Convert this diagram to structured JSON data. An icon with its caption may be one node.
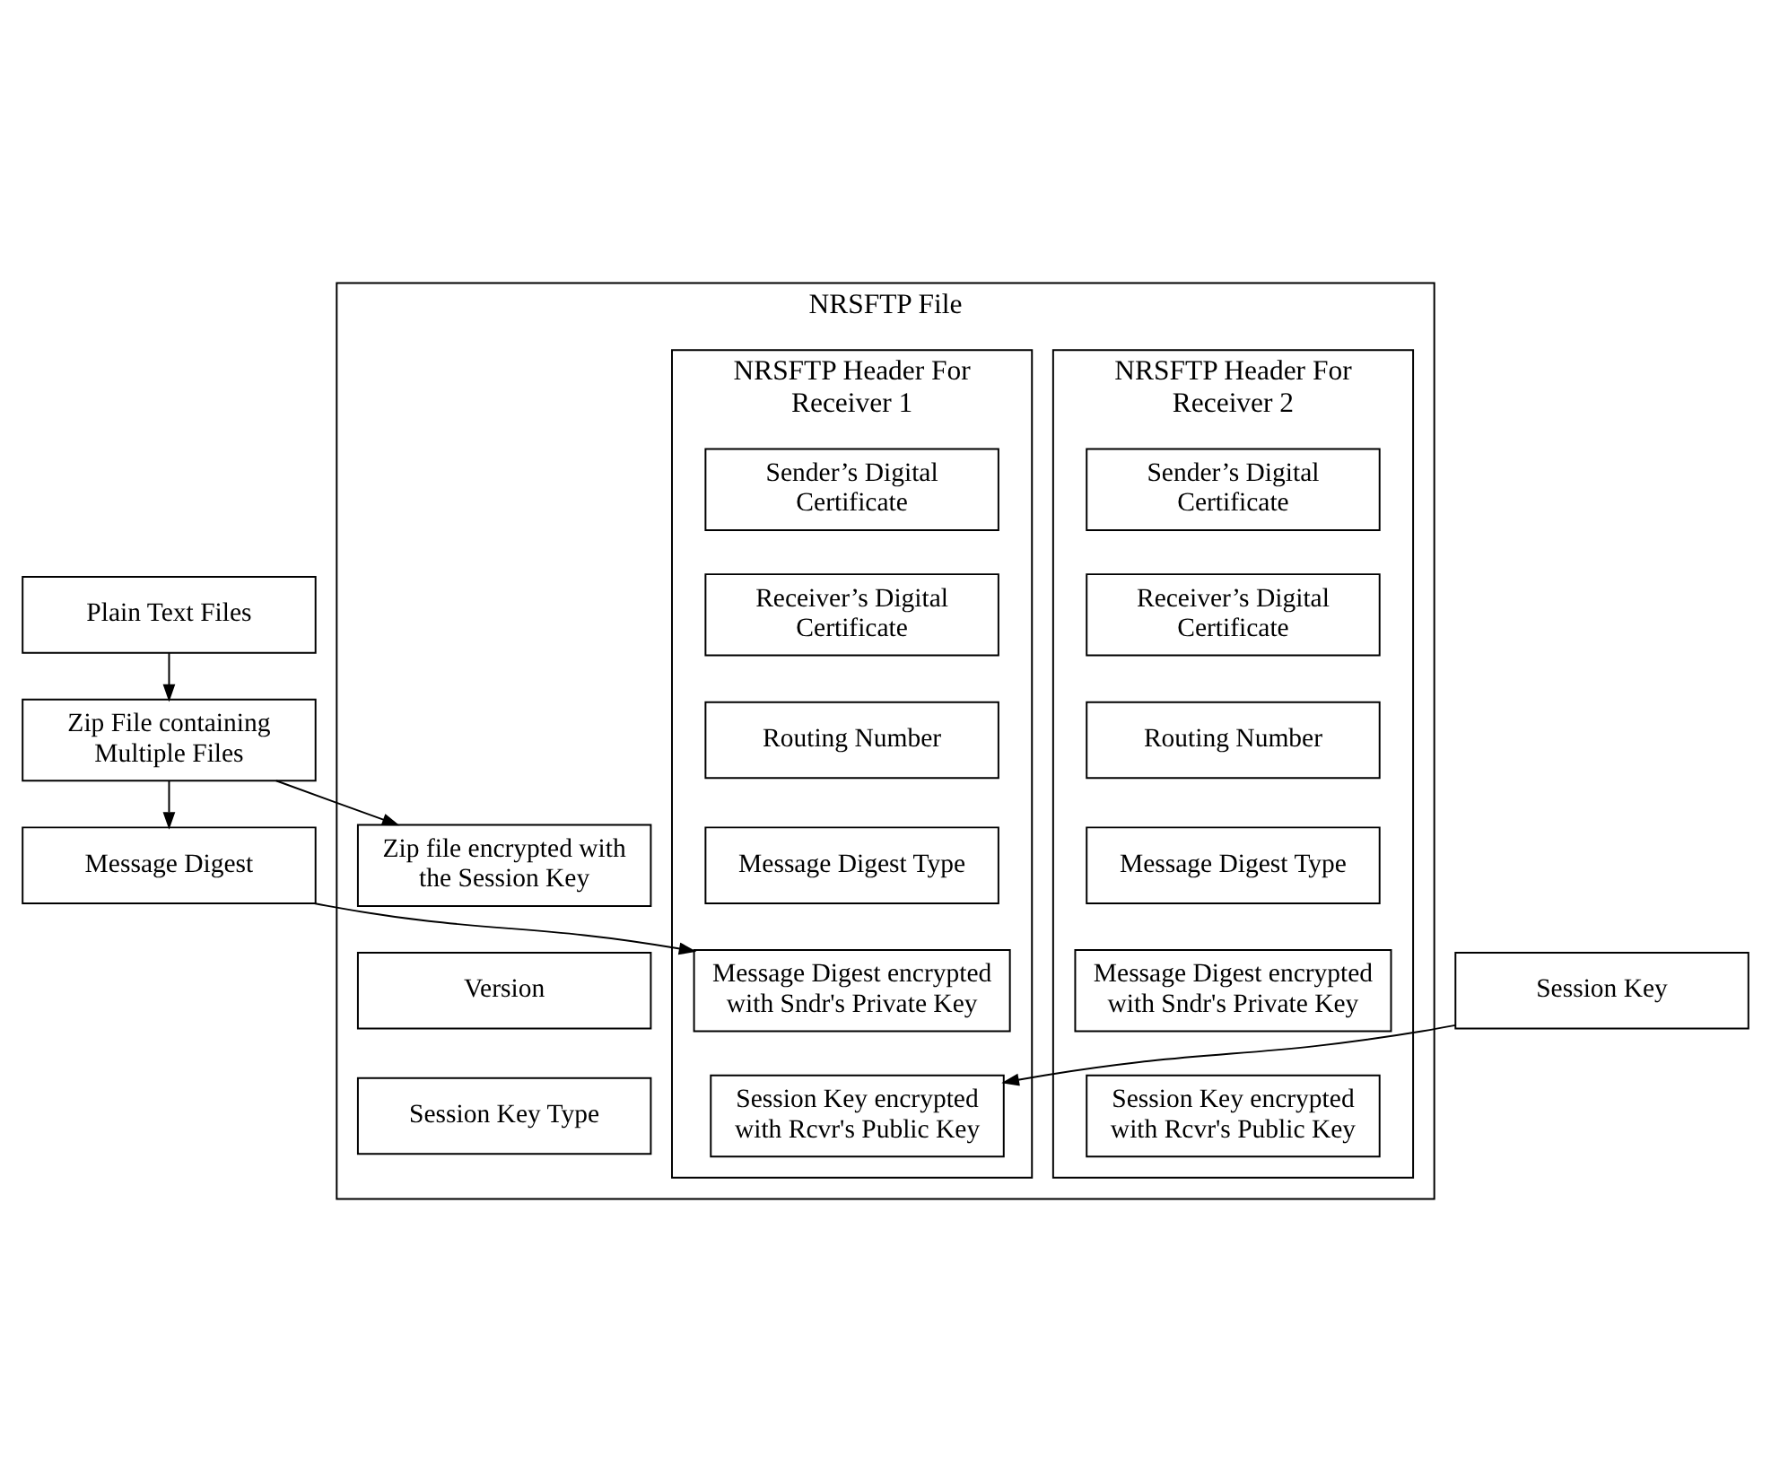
{
  "diagram": {
    "nodes": [
      {
        "text": [
          "Plain Text Files"
        ]
      },
      {
        "text": [
          "Zip File containing Multiple Files"
        ]
      },
      {
        "text": [
          "Message Digest"
        ]
      },
      {
        "text": [
          "Session Key"
        ]
      },
      {
        "text": [
          "NRSFTP File"
        ]
      },
      {
        "text": [
          "Zip file encrypted with the Session Key"
        ],
        "in": 4
      },
      {
        "text": [
          "Version"
        ],
        "in": 4
      },
      {
        "text": [
          "Session Key Type"
        ],
        "in": 4
      },
      {
        "text": [
          "NRSFTP Header For Receiver 1"
        ],
        "in": 4
      },
      {
        "text": [
          "Sender’s Digital Certificate"
        ],
        "in": 8
      },
      {
        "text": [
          "Receiver’s Digital Certificate"
        ],
        "in": 8
      },
      {
        "text": [
          "Routing Number"
        ],
        "in": 8
      },
      {
        "text": [
          "Message Digest Type"
        ],
        "in": 8
      },
      {
        "text": [
          "Message Digest encrypted with Sndr's Private Key"
        ],
        "in": 8
      },
      {
        "text": [
          "Session Key encrypted with Rcvr's Public Key"
        ],
        "in": 8
      },
      {
        "text": [
          "NRSFTP Header For Receiver 2"
        ],
        "in": 4
      },
      {
        "text": [
          "Sender’s Digital Certificate"
        ],
        "in": 15
      },
      {
        "text": [
          "Receiver’s Digital Certificate"
        ],
        "in": 15
      },
      {
        "text": [
          "Routing Number"
        ],
        "in": 15
      },
      {
        "text": [
          "Message Digest Type"
        ],
        "in": 15
      },
      {
        "text": [
          "Message Digest encrypted with Sndr's Private Key"
        ],
        "in": 15
      },
      {
        "text": [
          "Session Key encrypted with Rcvr's Public Key"
        ],
        "in": 15
      }
    ],
    "edges": [
      {
        "from": 0,
        "to": 1,
        "arrow": "to"
      },
      {
        "from": 1,
        "to": 5,
        "arrow": "to"
      },
      {
        "from": 1,
        "to": 2,
        "arrow": "to"
      },
      {
        "from": 2,
        "to": 13,
        "arrow": "to"
      },
      {
        "from": 3,
        "to": 14,
        "arrow": "to"
      }
    ]
  }
}
